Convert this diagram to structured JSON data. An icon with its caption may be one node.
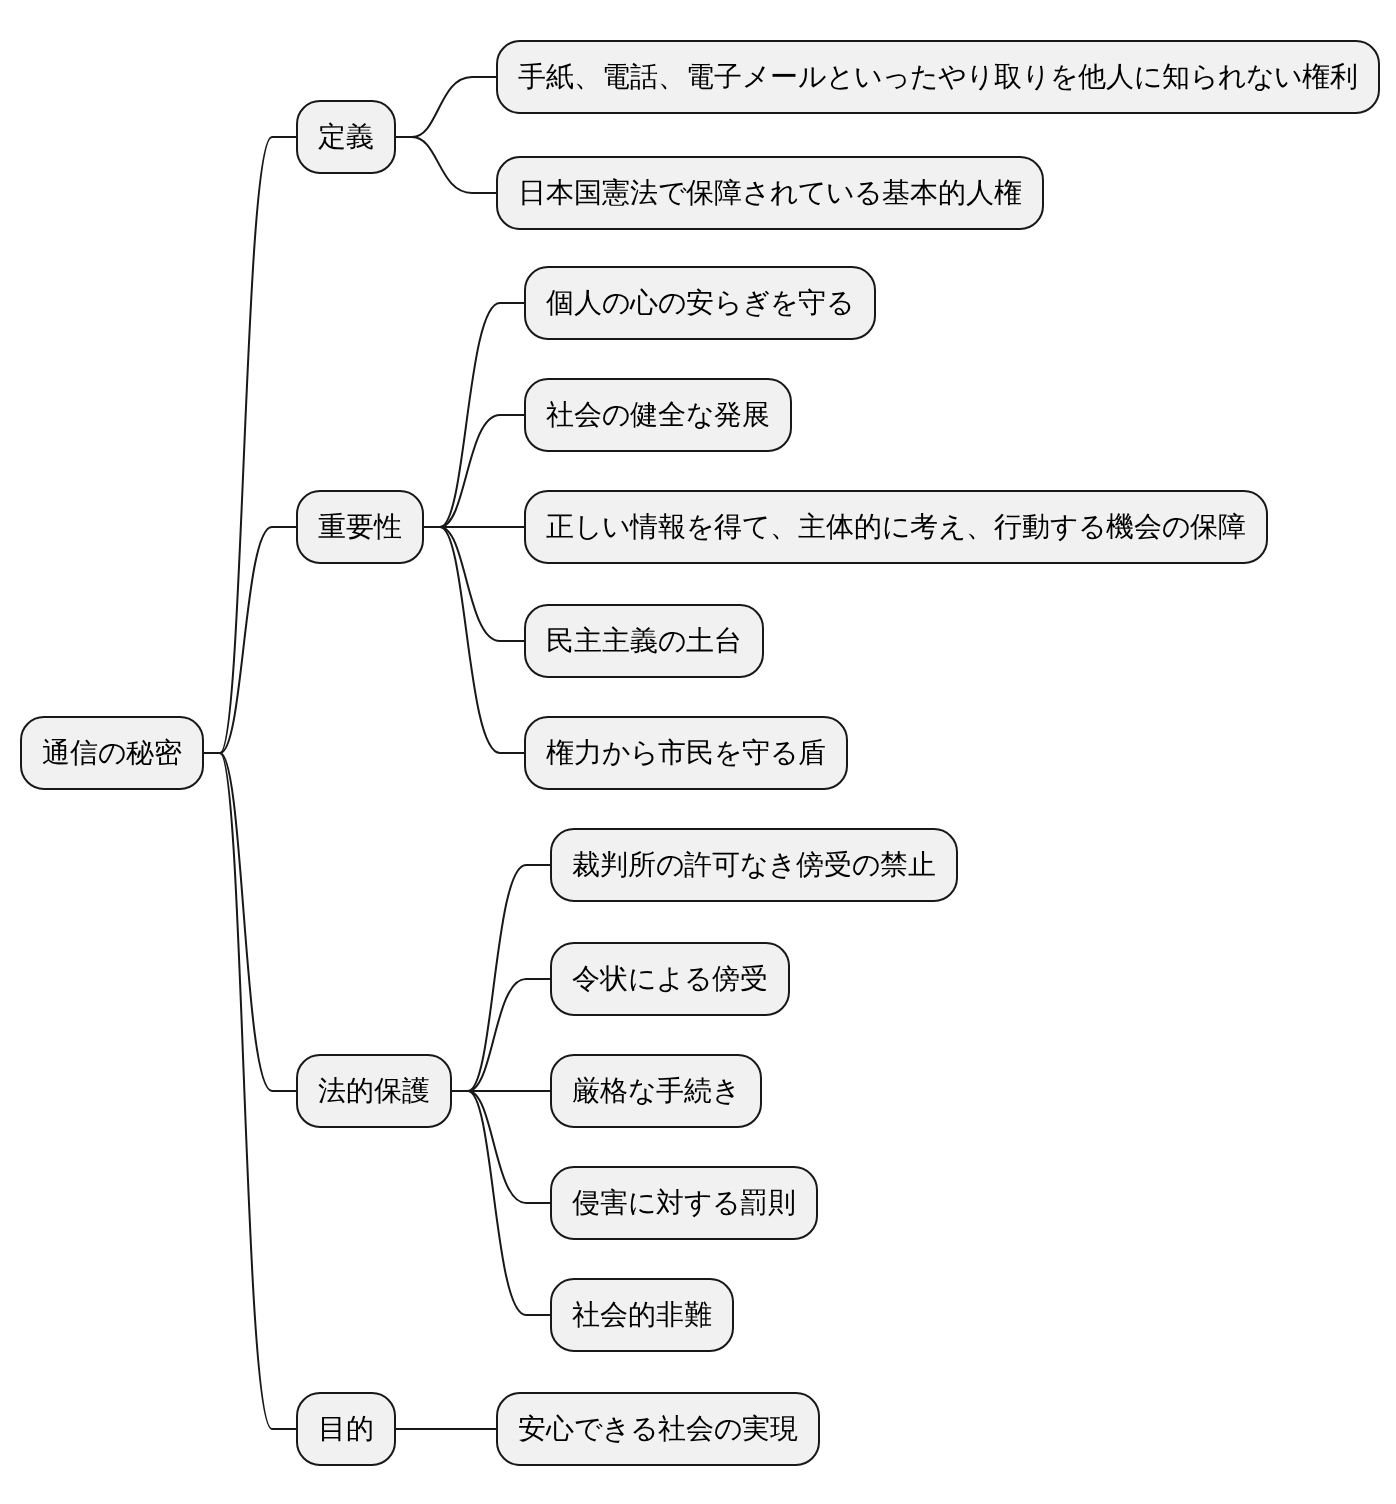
{
  "diagram": {
    "nodes": [
      {
        "text": [
          "通信の秘密"
        ]
      },
      {
        "text": [
          "定義"
        ]
      },
      {
        "text": [
          "手紙、電話、電子メールといったやり取りを他人に知られない権利"
        ]
      },
      {
        "text": [
          "日本国憲法で保障されている基本的人権"
        ]
      },
      {
        "text": [
          "重要性"
        ]
      },
      {
        "text": [
          "個人の心の安らぎを守る"
        ]
      },
      {
        "text": [
          "社会の健全な発展"
        ]
      },
      {
        "text": [
          "正しい情報を得て、主体的に考え、行動する機会の保障"
        ]
      },
      {
        "text": [
          "民主主義の土台"
        ]
      },
      {
        "text": [
          "権力から市民を守る盾"
        ]
      },
      {
        "text": [
          "法的保護"
        ]
      },
      {
        "text": [
          "裁判所の許可なき傍受の禁止"
        ]
      },
      {
        "text": [
          "令状による傍受"
        ]
      },
      {
        "text": [
          "厳格な手続き"
        ]
      },
      {
        "text": [
          "侵害に対する罰則"
        ]
      },
      {
        "text": [
          "社会的非難"
        ]
      },
      {
        "text": [
          "目的"
        ]
      },
      {
        "text": [
          "安心できる社会の実現"
        ]
      }
    ],
    "edges": [
      {
        "from": 0,
        "to": 1,
        "arrow": "none"
      },
      {
        "from": 1,
        "to": 2,
        "arrow": "none"
      },
      {
        "from": 1,
        "to": 3,
        "arrow": "none"
      },
      {
        "from": 0,
        "to": 4,
        "arrow": "none"
      },
      {
        "from": 4,
        "to": 5,
        "arrow": "none"
      },
      {
        "from": 4,
        "to": 6,
        "arrow": "none"
      },
      {
        "from": 4,
        "to": 7,
        "arrow": "none"
      },
      {
        "from": 4,
        "to": 8,
        "arrow": "none"
      },
      {
        "from": 4,
        "to": 9,
        "arrow": "none"
      },
      {
        "from": 0,
        "to": 10,
        "arrow": "none"
      },
      {
        "from": 10,
        "to": 11,
        "arrow": "none"
      },
      {
        "from": 10,
        "to": 12,
        "arrow": "none"
      },
      {
        "from": 10,
        "to": 13,
        "arrow": "none"
      },
      {
        "from": 10,
        "to": 14,
        "arrow": "none"
      },
      {
        "from": 10,
        "to": 15,
        "arrow": "none"
      },
      {
        "from": 0,
        "to": 16,
        "arrow": "none"
      },
      {
        "from": 16,
        "to": 17,
        "arrow": "none"
      }
    ]
  }
}
